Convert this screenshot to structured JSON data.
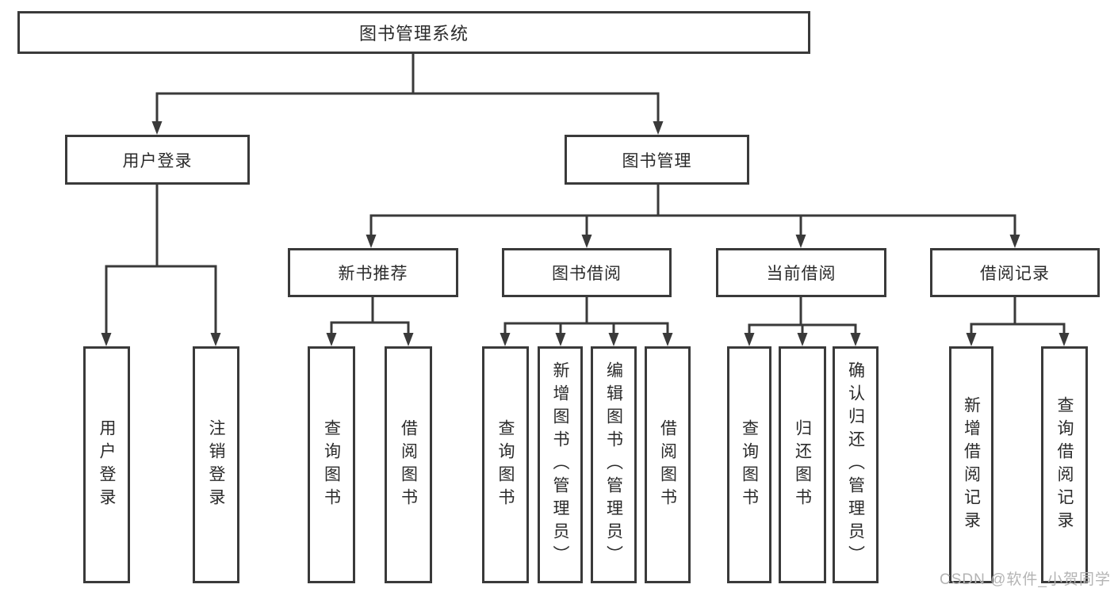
{
  "diagram": {
    "root": {
      "label": "图书管理系统",
      "children": [
        {
          "label": "用户登录",
          "children": [
            {
              "label": "用户登录"
            },
            {
              "label": "注销登录"
            }
          ]
        },
        {
          "label": "图书管理",
          "children": [
            {
              "label": "新书推荐",
              "children": [
                {
                  "label": "查询图书"
                },
                {
                  "label": "借阅图书"
                }
              ]
            },
            {
              "label": "图书借阅",
              "children": [
                {
                  "label": "查询图书"
                },
                {
                  "label": "新增图书（管理员）"
                },
                {
                  "label": "编辑图书（管理员）"
                },
                {
                  "label": "借阅图书"
                }
              ]
            },
            {
              "label": "当前借阅",
              "children": [
                {
                  "label": "查询图书"
                },
                {
                  "label": "归还图书"
                },
                {
                  "label": "确认归还（管理员）"
                }
              ]
            },
            {
              "label": "借阅记录",
              "children": [
                {
                  "label": "新增借阅记录"
                },
                {
                  "label": "查询借阅记录"
                }
              ]
            }
          ]
        }
      ]
    }
  },
  "watermark": {
    "text": "CSDN @软件_小贺同学"
  },
  "colors": {
    "line": "#3a3a3a",
    "box_border": "#3a3a3a",
    "text": "#2b2b2b",
    "background": "#ffffff",
    "watermark": "#b4b4b4"
  }
}
